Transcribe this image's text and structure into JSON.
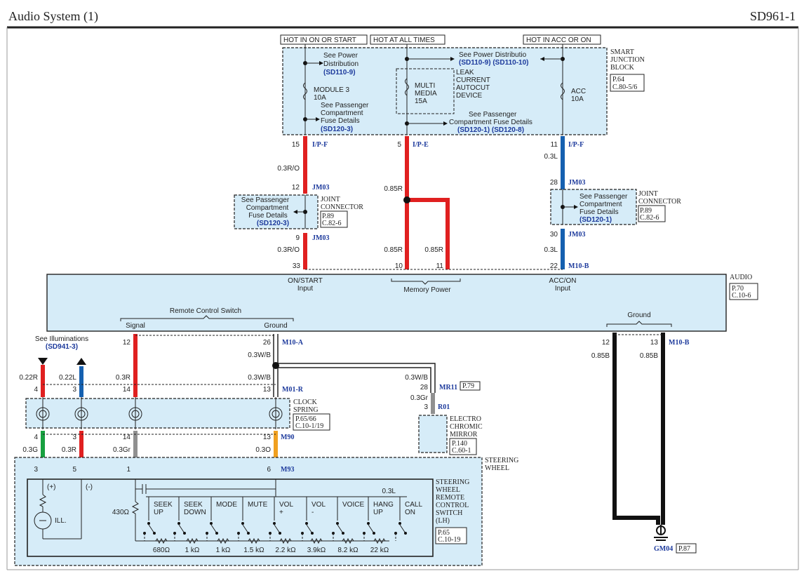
{
  "header": {
    "title": "Audio System (1)",
    "code": "SD961-1"
  },
  "power_labels": {
    "ign": "HOT IN ON OR START",
    "bat": "HOT AT ALL TIMES",
    "acc": "HOT IN ACC OR ON"
  },
  "junction": {
    "name": [
      "SMART",
      "JUNCTION",
      "BLOCK"
    ],
    "ref": [
      "P.64",
      "C.80-5/6"
    ],
    "pd_left": [
      "See Power",
      "Distribution",
      "(SD110-9)"
    ],
    "module3": [
      "MODULE 3",
      "10A"
    ],
    "pcf_left": [
      "See Passenger",
      "Compartment",
      "Fuse Details",
      "(SD120-3)"
    ],
    "pd_mid": [
      "See Power Distributio",
      "(SD110-9) (SD110-10)"
    ],
    "multimedia": [
      "MULTI",
      "MEDIA",
      "15A"
    ],
    "leak": [
      "LEAK",
      "CURRENT",
      "AUTOCUT",
      "DEVICE"
    ],
    "pcf_mid": [
      "See Passenger",
      "Compartment Fuse Details",
      "(SD120-1) (SD120-8)"
    ],
    "acc": [
      "ACC",
      "10A"
    ]
  },
  "wires": {
    "w1_pin": "15",
    "w1_conn": "I/P-F",
    "w1_color": "0.3R/O",
    "w2_pin": "5",
    "w2_conn": "I/P-E",
    "w2_color": "0.85R",
    "w3_pin": "11",
    "w3_conn": "I/P-F",
    "w3_color": "0.3L",
    "jm03_left_in": "12",
    "jm03_left_out": "9",
    "jm03": "JM03",
    "jm03_right_in": "28",
    "jm03_right_out": "30",
    "audio_pin_l": "33",
    "audio_pin_m1": "10",
    "audio_pin_m2": "11",
    "audio_pin_r": "22",
    "audio_conn": "M10-B",
    "w4_color": "0.3R/O",
    "w5_color": "0.85R",
    "w6_color": "0.85R",
    "w7_color": "0.3L"
  },
  "joint_left": {
    "name": [
      "JOINT",
      "CONNECTOR"
    ],
    "ref": [
      "P.89",
      "C.82-6"
    ],
    "fuse": [
      "See Passenger",
      "Compartment",
      "Fuse Details",
      "(SD120-3)"
    ]
  },
  "joint_right": {
    "name": [
      "JOINT",
      "CONNECTOR"
    ],
    "ref": [
      "P.89",
      "C.82-6"
    ],
    "fuse": [
      "See Passenger",
      "Compartment",
      "Fuse Details",
      "(SD120-1)"
    ]
  },
  "audio": {
    "name": "AUDIO",
    "ref": [
      "P.70",
      "C.10-6"
    ],
    "on_start": [
      "ON/START",
      "Input"
    ],
    "memory": "Memory Power",
    "acc_on": [
      "ACC/ON",
      "Input"
    ],
    "remote": "Remote Control Switch",
    "signal": "Signal",
    "ground_l": "Ground",
    "ground_r": "Ground"
  },
  "lower": {
    "ill_ref": [
      "See Illuminations",
      "(SD941-3)"
    ],
    "p12": "12",
    "p26": "26",
    "m10a": "M10-A",
    "w_signal": "0.3R",
    "w_gnd1": "0.3W/B",
    "w_gnd2": "0.3W/B",
    "w_22r": "0.22R",
    "w_22l": "0.22L",
    "p4": "4",
    "p3": "3",
    "p14": "14",
    "p13": "13",
    "m01r": "M01-R",
    "mr_color": "0.3W/B",
    "mr_pin": "28",
    "mr_conn": "MR11",
    "mr_ref": "P.79",
    "r01_color": "0.3Gr",
    "r01_pin": "3",
    "r01_conn": "R01",
    "mirror": [
      "ELECTRO",
      "CHROMIC",
      "MIRROR"
    ],
    "mirror_ref": [
      "P.140",
      "C.60-1"
    ],
    "clock": [
      "CLOCK",
      "SPRING"
    ],
    "clock_ref": [
      "P.65/66",
      "C.10-1/19"
    ],
    "sw_4": "4",
    "sw_3": "3",
    "sw_14": "14",
    "sw_13": "13",
    "m90": "M90",
    "w_3g": "0.3G",
    "w_3r": "0.3R",
    "w_3gr": "0.3Gr",
    "w_3o": "0.3O",
    "m93_3": "3",
    "m93_5": "5",
    "m93_1": "1",
    "m93_6": "6",
    "m93": "M93",
    "steering": [
      "STEERING",
      "WHEEL"
    ],
    "rcs": [
      "STEERING",
      "WHEEL",
      "REMOTE",
      "CONTROL",
      "SWITCH",
      "(LH)"
    ],
    "rcs_ref": [
      "P.65",
      "C.10-19"
    ],
    "plus": "(+)",
    "minus": "(-)",
    "ill": "ILL.",
    "r430": "430Ω",
    "w_03l": "0.3L",
    "buttons": [
      [
        "SEEK",
        "UP"
      ],
      [
        "SEEK",
        "DOWN"
      ],
      [
        "MODE",
        ""
      ],
      [
        "MUTE",
        ""
      ],
      [
        "VOL",
        "+"
      ],
      [
        "VOL",
        "-"
      ],
      [
        "VOICE",
        ""
      ],
      [
        "HANG",
        "UP"
      ],
      [
        "CALL",
        "ON"
      ]
    ],
    "resistors": [
      "680Ω",
      "1 kΩ",
      "1 kΩ",
      "1.5 kΩ",
      "2.2 kΩ",
      "3.9kΩ",
      "8.2 kΩ",
      "22 kΩ"
    ],
    "g12": "12",
    "g13": "13",
    "gm10b": "M10-B",
    "g_w1": "0.85B",
    "g_w2": "0.85B",
    "gm04": "GM04",
    "gm04_ref": "P.87"
  },
  "colors": {
    "red": "#e02020",
    "blue": "#1560b0",
    "green": "#18a040",
    "gray": "#909090",
    "orange": "#f0a020",
    "black": "#111111",
    "box_fill": "#d6ecf8",
    "link": "#1d3a9c"
  }
}
